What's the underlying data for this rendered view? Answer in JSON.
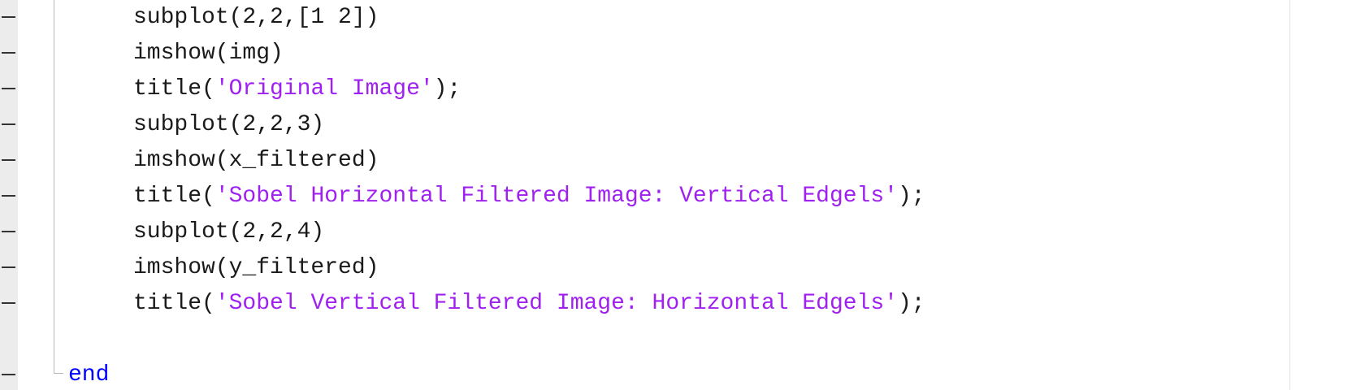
{
  "editor": {
    "lines": [
      {
        "plain": "subplot(2,2,[1 2])",
        "kind": "code"
      },
      {
        "plain": "imshow(img)",
        "kind": "code"
      },
      {
        "pre": "title(",
        "str": "'Original Image'",
        "post": ");",
        "kind": "string-call"
      },
      {
        "plain": "subplot(2,2,3)",
        "kind": "code"
      },
      {
        "plain": "imshow(x_filtered)",
        "kind": "code"
      },
      {
        "pre": "title(",
        "str": "'Sobel Horizontal Filtered Image: Vertical Edgels'",
        "post": ");",
        "kind": "string-call"
      },
      {
        "plain": "subplot(2,2,4)",
        "kind": "code"
      },
      {
        "plain": "imshow(y_filtered)",
        "kind": "code"
      },
      {
        "pre": "title(",
        "str": "'Sobel Vertical Filtered Image: Horizontal Edgels'",
        "post": ");",
        "kind": "string-call"
      },
      {
        "plain": "",
        "kind": "blank"
      },
      {
        "keyword": "end",
        "kind": "keyword"
      }
    ],
    "colors": {
      "string": "#a020f0",
      "keyword": "#0000ff",
      "text": "#1a1a1a",
      "gutter": "#ececec"
    }
  }
}
